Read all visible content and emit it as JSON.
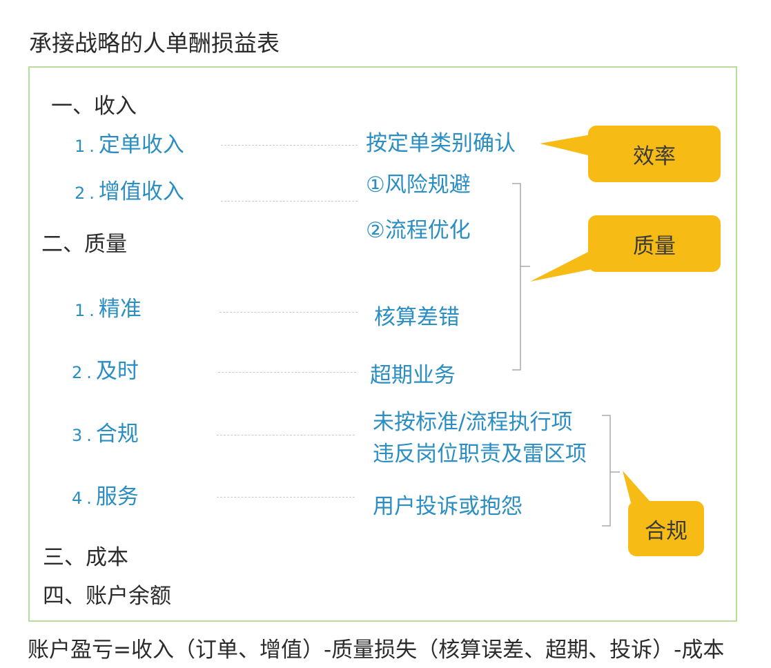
{
  "title": "承接战略的人单酬损益表",
  "sections": {
    "revenue": "一、收入",
    "quality": "二、质量",
    "cost": "三、成本",
    "balance": "四、账户余额"
  },
  "items": [
    {
      "num": "1",
      "label": "定单收入"
    },
    {
      "num": "2",
      "label": "增值收入"
    },
    {
      "num": "1",
      "label": "精准"
    },
    {
      "num": "2",
      "label": "及时"
    },
    {
      "num": "3",
      "label": "合规"
    },
    {
      "num": "4",
      "label": "服务"
    }
  ],
  "descriptions": {
    "order": "按定单类别确认",
    "risk": "①风险规避",
    "process": "②流程优化",
    "accounting": "核算差错",
    "overdue": "超期业务",
    "nonstandard": "未按标准/流程执行项",
    "violation": "违反岗位职责及雷区项",
    "complaint": "用户投诉或抱怨"
  },
  "tags": {
    "efficiency": "效率",
    "quality": "质量",
    "compliance": "合规"
  },
  "colors": {
    "accent_blue": "#2a8ec3",
    "tag_yellow": "#f7bb16",
    "frame_green": "#b9dc98"
  },
  "formula": "账户盈亏=收入（订单、增值）-质量损失（核算误差、超期、投诉）-成本"
}
